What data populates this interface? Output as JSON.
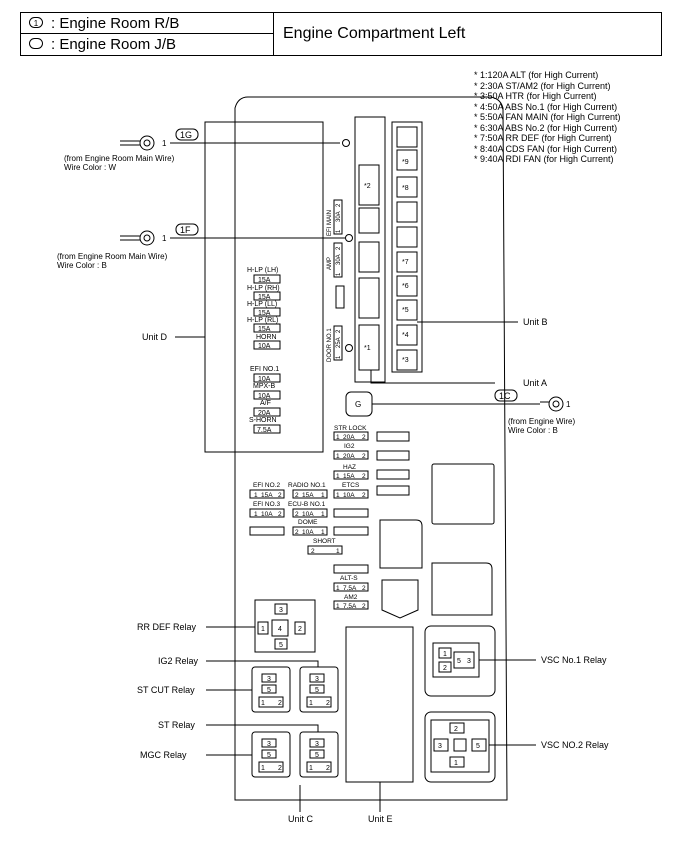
{
  "header": {
    "row1_symbol": "1",
    "row1_text": ": Engine Room R/B",
    "row2_text": ": Engine Room J/B",
    "title": "Engine Compartment Left"
  },
  "legend": [
    "* 1:120A ALT (for High Current)",
    "* 2:30A ST/AM2 (for High Current)",
    "* 3:50A HTR (for High Current)",
    "* 4:50A ABS No.1 (for High Current)",
    "* 5:50A FAN MAIN (for High Current)",
    "* 6:30A ABS No.2 (for High Current)",
    "* 7:50A RR DEF (for High Current)",
    "* 8:40A CDS FAN (for High Current)",
    "* 9:40A RDI FAN (for High Current)"
  ],
  "connectors": {
    "c1g": {
      "tag": "1G",
      "pin": "1",
      "source": "(from Engine Room Main Wire)",
      "color": "Wire Color : W"
    },
    "c1f": {
      "tag": "1F",
      "pin": "1",
      "source": "(from Engine Room Main Wire)",
      "color": "Wire Color : B"
    },
    "c1c": {
      "tag": "1C",
      "pin": "1",
      "source": "(from Engine Wire)",
      "color": "Wire Color : B"
    }
  },
  "units": {
    "a": "Unit A",
    "b": "Unit B",
    "c": "Unit C",
    "d": "Unit D",
    "e": "Unit E"
  },
  "unit_d_fuses": [
    {
      "name": "H-LP (LH)",
      "rating": "15A"
    },
    {
      "name": "H-LP (RH)",
      "rating": "15A"
    },
    {
      "name": "H-LP (LL)",
      "rating": "15A"
    },
    {
      "name": "H-LP (RL)",
      "rating": "15A"
    },
    {
      "name": "HORN",
      "rating": "10A"
    },
    {
      "name": "EFI NO.1",
      "rating": "10A"
    },
    {
      "name": "MPX-B",
      "rating": "10A"
    },
    {
      "name": "A/F",
      "rating": "20A"
    },
    {
      "name": "S-HORN",
      "rating": "7.5A"
    }
  ],
  "unit_a_fuses": [
    {
      "name": "EFI MAIN",
      "rating": "30A",
      "p1": "1",
      "p2": "2"
    },
    {
      "name": "AMP",
      "rating": "30A",
      "p1": "1",
      "p2": "2"
    },
    {
      "name": "DOOR NO.1",
      "rating": "25A",
      "p1": "1",
      "p2": "2"
    }
  ],
  "unit_a_slots": [
    "*2",
    "*1"
  ],
  "unit_b_slots": [
    "*9",
    "*8",
    "*7",
    "*6",
    "*5",
    "*4",
    "*3"
  ],
  "ground_symbol": "G",
  "small_fuses": [
    {
      "name": "STR LOCK",
      "rating": "20A",
      "p1": "1",
      "p2": "2"
    },
    {
      "name": "IG2",
      "rating": "20A",
      "p1": "1",
      "p2": "2"
    },
    {
      "name": "HAZ",
      "rating": "15A",
      "p1": "1",
      "p2": "2"
    },
    {
      "name": "EFI NO.2",
      "rating": "15A",
      "p1": "1",
      "p2": "2"
    },
    {
      "name": "RADIO NO.1",
      "rating": "15A",
      "p1": "2",
      "p2": "1"
    },
    {
      "name": "ETCS",
      "rating": "10A",
      "p1": "1",
      "p2": "2"
    },
    {
      "name": "EFI NO.3",
      "rating": "10A",
      "p1": "1",
      "p2": "2"
    },
    {
      "name": "ECU-B NO.1",
      "rating": "10A",
      "p1": "2",
      "p2": "1"
    },
    {
      "name": "DOME",
      "rating": "10A",
      "p1": "2",
      "p2": "1"
    },
    {
      "name": "SHORT",
      "rating": "",
      "p1": "2",
      "p2": "1"
    },
    {
      "name": "ALT-S",
      "rating": "7.5A",
      "p1": "1",
      "p2": "2"
    },
    {
      "name": "AM2",
      "rating": "7.5A",
      "p1": "1",
      "p2": "2"
    }
  ],
  "relays": {
    "rr_def": {
      "label": "RR DEF Relay",
      "pins": [
        "3",
        "1",
        "4",
        "2",
        "5"
      ]
    },
    "ig2": {
      "label": "IG2 Relay",
      "pins": [
        "3",
        "5",
        "1",
        "2"
      ]
    },
    "st_cut": {
      "label": "ST CUT Relay",
      "pins": [
        "3",
        "5",
        "1",
        "2"
      ]
    },
    "st": {
      "label": "ST Relay",
      "pins": [
        "3",
        "5",
        "1",
        "2"
      ]
    },
    "mgc": {
      "label": "MGC Relay",
      "pins": [
        "3",
        "5",
        "1",
        "2"
      ]
    },
    "vsc1": {
      "label": "VSC No.1 Relay",
      "pins": [
        "1",
        "2",
        "5",
        "3"
      ]
    },
    "vsc2": {
      "label": "VSC NO.2 Relay",
      "pins": [
        "2",
        "3",
        "5",
        "1"
      ]
    }
  }
}
